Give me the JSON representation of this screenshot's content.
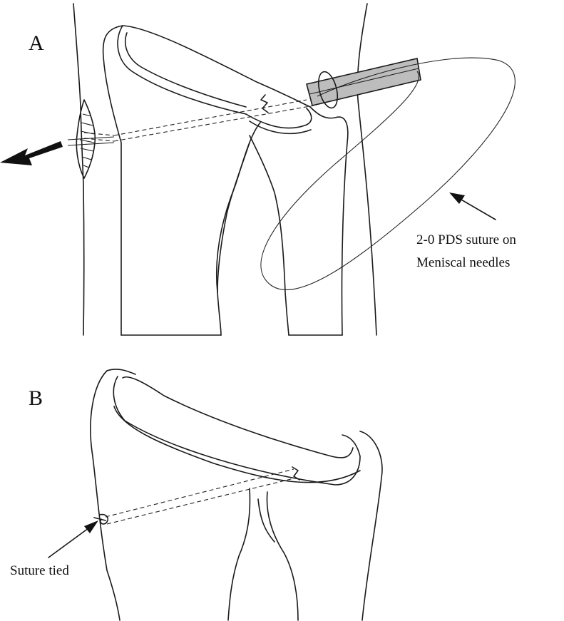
{
  "panels": {
    "a": {
      "letter": "A"
    },
    "b": {
      "letter": "B"
    }
  },
  "labels": {
    "suture_line1": "2-0 PDS suture on",
    "suture_line2": "Meniscal needles",
    "suture_tied": "Suture tied"
  },
  "colors": {
    "ink": "#1a1a1a",
    "cannula_fill": "#bdbdbd",
    "background": "#ffffff"
  }
}
